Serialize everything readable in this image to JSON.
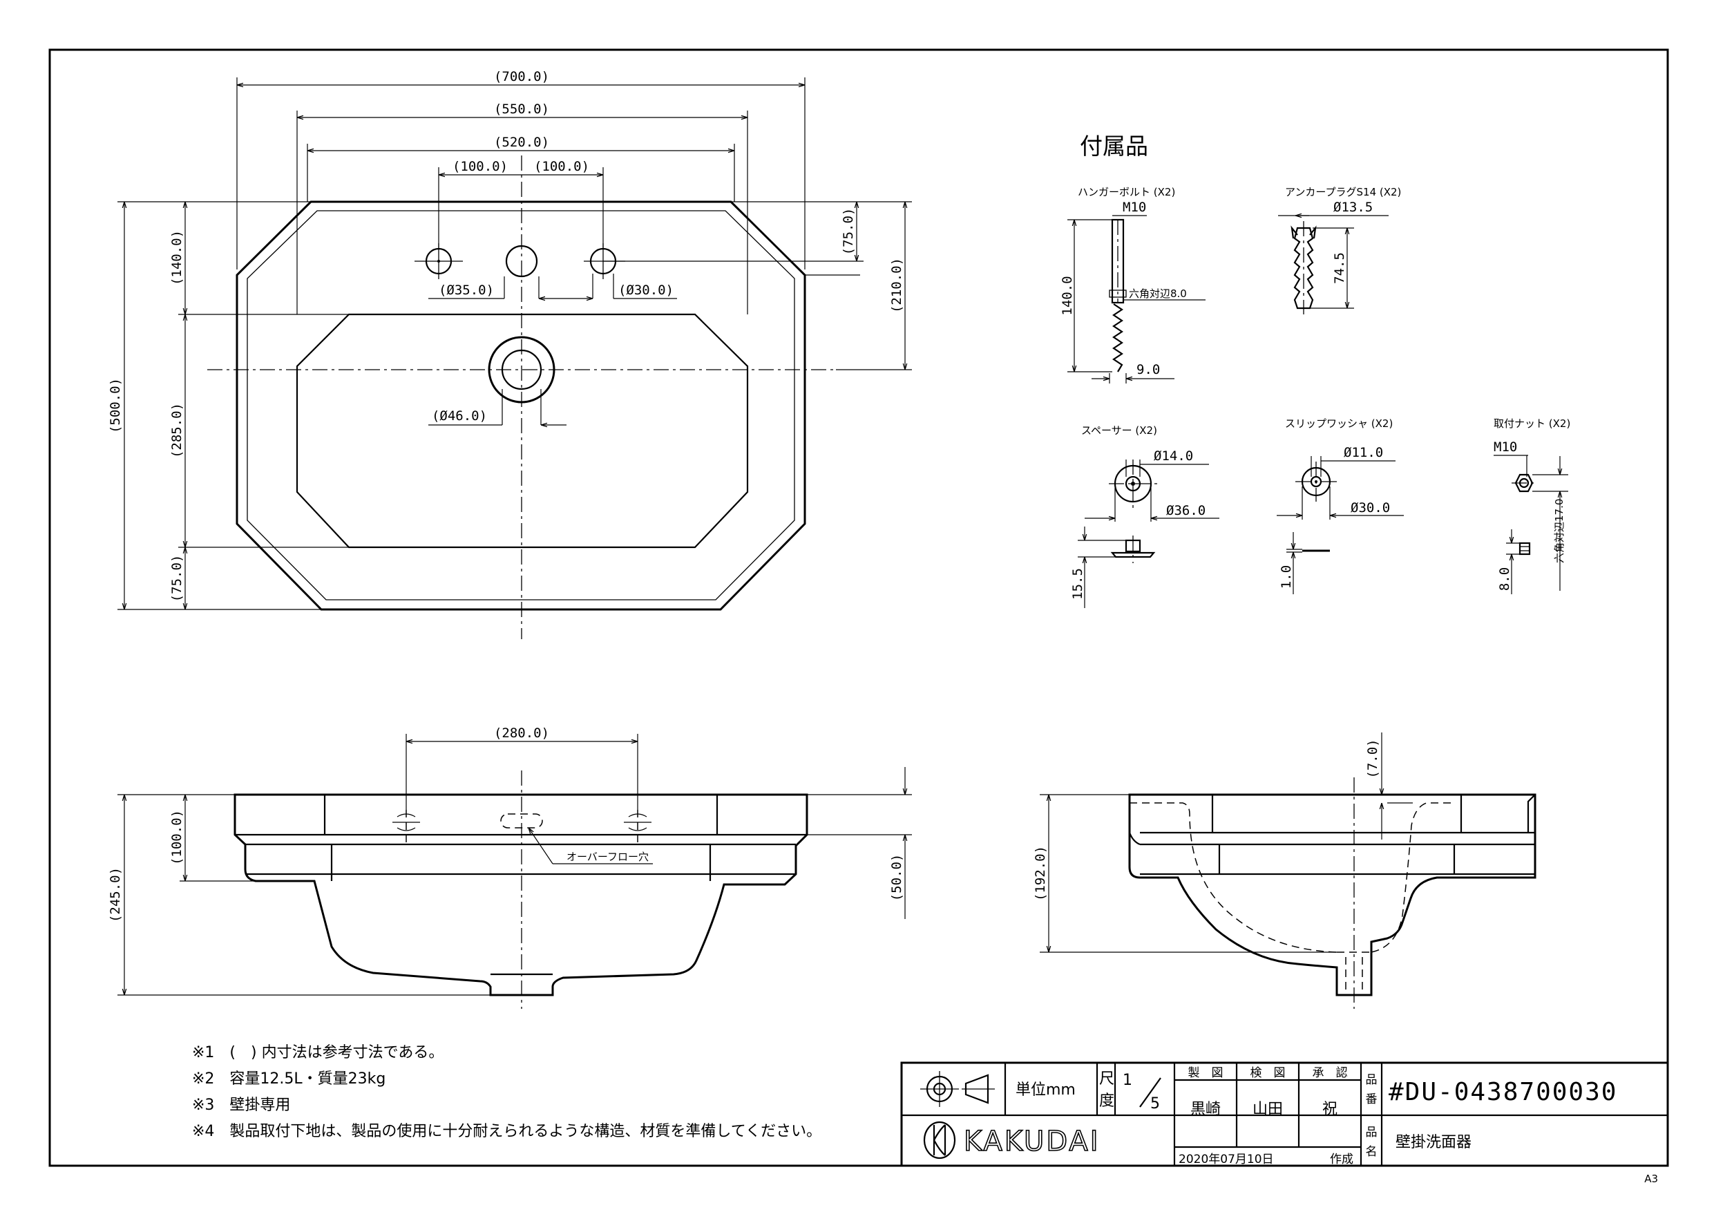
{
  "front_view": {
    "dims": {
      "w700": "(700.0)",
      "w550": "(550.0)",
      "w520": "(520.0)",
      "w100a": "(100.0)",
      "w100b": "(100.0)",
      "h140": "(140.0)",
      "h75top": "(75.0)",
      "h210": "(210.0)",
      "h500": "(500.0)",
      "h285": "(285.0)",
      "h75bot": "(75.0)",
      "d35": "(Ø35.0)",
      "d30": "(Ø30.0)",
      "d46": "(Ø46.0)"
    }
  },
  "side_view": {
    "dims": {
      "w280": "(280.0)",
      "h100": "(100.0)",
      "h245": "(245.0)",
      "h50": "(50.0)"
    },
    "overflow_label": "オーバーフロー穴"
  },
  "section_view": {
    "dims": {
      "h7": "(7.0)",
      "h192": "(192.0)"
    }
  },
  "accessories": {
    "heading": "付属品",
    "hanger_bolt": {
      "name": "ハンガーボルト (X2)",
      "m10": "M10",
      "len": "140.0",
      "hex": "六角対辺8.0",
      "dia": "9.0"
    },
    "anchor_plug": {
      "name": "アンカープラグS14 (X2)",
      "dia": "Ø13.5",
      "len": "74.5"
    },
    "spacer": {
      "name": "スペーサー (X2)",
      "d_in": "Ø14.0",
      "d_out": "Ø36.0",
      "h": "15.5"
    },
    "slip_washer": {
      "name": "スリップワッシャ (X2)",
      "d_in": "Ø11.0",
      "d_out": "Ø30.0",
      "t": "1.0"
    },
    "nut": {
      "name": "取付ナット (X2)",
      "m10": "M10",
      "h": "8.0",
      "hex": "六角対辺17.0"
    }
  },
  "notes": [
    "※1　(　) 内寸法は参考寸法である。",
    "※2　容量12.5L・質量23kg",
    "※3　壁掛専用",
    "※4　製品取付下地は、製品の使用に十分耐えられるような構造、材質を準備してください。"
  ],
  "title_block": {
    "unit_label": "単位mm",
    "scale_label_1": "尺",
    "scale_label_2": "度",
    "scale_num": "1",
    "scale_den": "5",
    "seizu": "製　図",
    "kenzu": "検　図",
    "shonin": "承　認",
    "drafter": "黒崎",
    "checker": "山田",
    "approver": "祝",
    "hin_ban_1": "品",
    "hin_ban_2": "番",
    "part_number": "#DU-0438700030",
    "hin_mei_1": "品",
    "hin_mei_2": "名",
    "product_name": "壁掛洗面器",
    "date": "2020年07月10日",
    "created": "作成",
    "brand": "KAKUDAI"
  },
  "sheet_size": "A3"
}
